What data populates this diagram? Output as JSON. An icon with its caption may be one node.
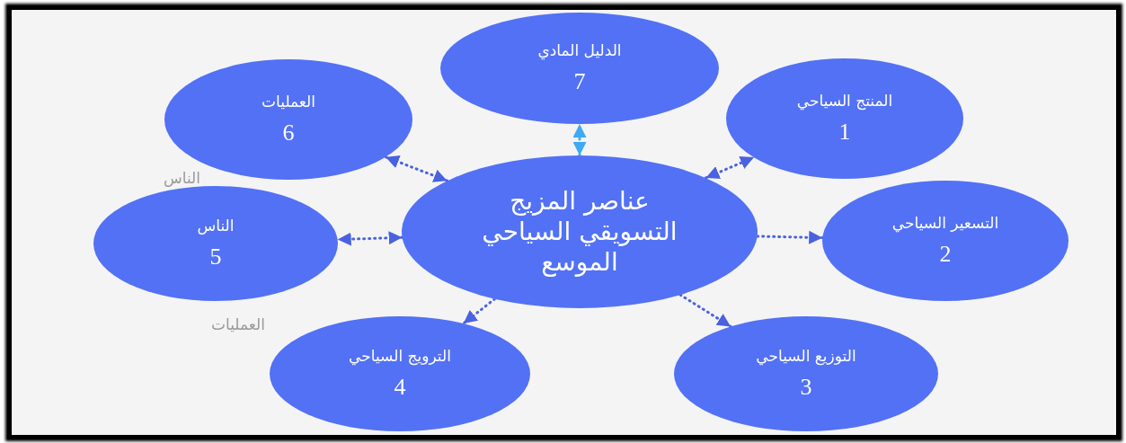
{
  "diagram": {
    "nodes": [
      {
        "text": [
          "عناصر المزيج التسويقي السياحي الموسع"
        ]
      },
      {
        "text": [
          "المنتج السياحي",
          "1"
        ]
      },
      {
        "text": [
          "التسعير السياحي",
          "2"
        ]
      },
      {
        "text": [
          "التوزيع السياحي",
          "3"
        ]
      },
      {
        "text": [
          "الترويج السياحي",
          "4"
        ]
      },
      {
        "text": [
          "الناس",
          "5"
        ]
      },
      {
        "text": [
          "العمليات",
          "6"
        ]
      },
      {
        "text": [
          "الدليل المادي",
          "7"
        ]
      }
    ],
    "edges": [
      {
        "from": 0,
        "to": 7,
        "arrow": "both",
        "color": "#3fa9f5"
      },
      {
        "from": 0,
        "to": 6,
        "arrow": "both"
      },
      {
        "from": 0,
        "to": 1,
        "arrow": "both"
      },
      {
        "from": 0,
        "to": 2,
        "arrow": "to"
      },
      {
        "from": 0,
        "to": 3,
        "arrow": "to"
      },
      {
        "from": 0,
        "to": 4,
        "arrow": "to"
      },
      {
        "from": 0,
        "to": 5,
        "arrow": "both"
      }
    ],
    "labels": [
      "الناس",
      "العمليات"
    ]
  }
}
